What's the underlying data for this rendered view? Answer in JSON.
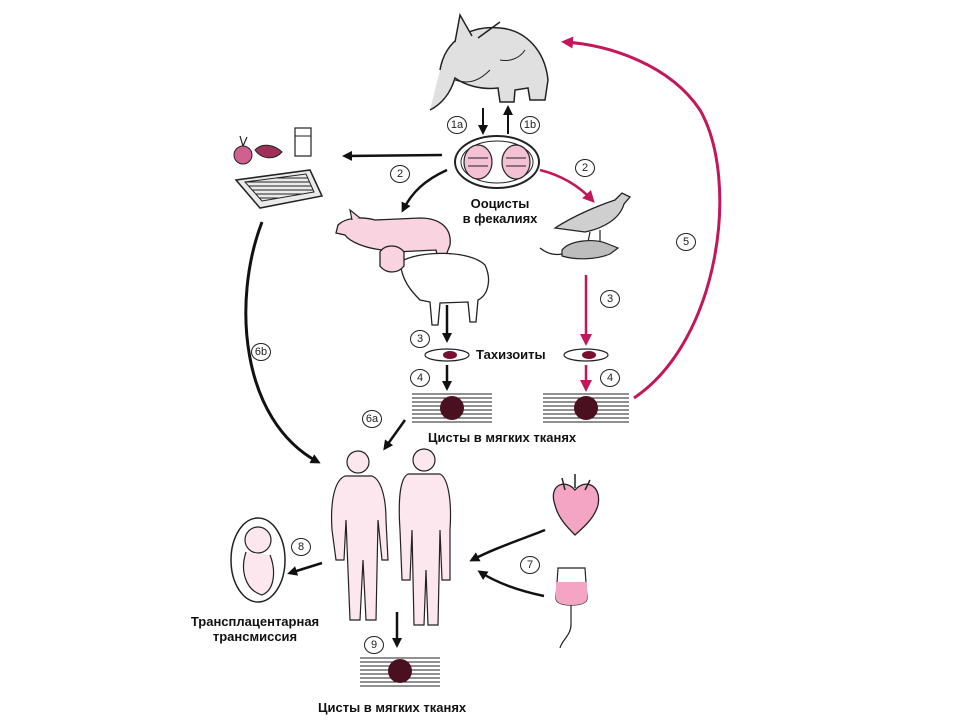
{
  "labels": {
    "oocysts_line1": "Ооцисты",
    "oocysts_line2": "в фекалиях",
    "tachyzoites": "Тахизоиты",
    "cysts_top": "Цисты в мягких тканях",
    "cysts_bottom": "Цисты в мягких тканях",
    "transplacental_line1": "Трансплацентарная",
    "transplacental_line2": "трансмиссия"
  },
  "steps": {
    "s1a": "1a",
    "s1b": "1b",
    "s2_left": "2",
    "s2_right": "2",
    "s3_left": "3",
    "s3_right": "3",
    "s4_left": "4",
    "s4_right": "4",
    "s5": "5",
    "s6a": "6a",
    "s6b": "6b",
    "s7": "7",
    "s8": "8",
    "s9": "9"
  },
  "colors": {
    "black_arrow": "#111111",
    "magenta_arrow": "#c2185b",
    "pink_fill": "#f9d3e0",
    "cyst_dark": "#4a1020",
    "human_fill": "#fde7ef"
  }
}
